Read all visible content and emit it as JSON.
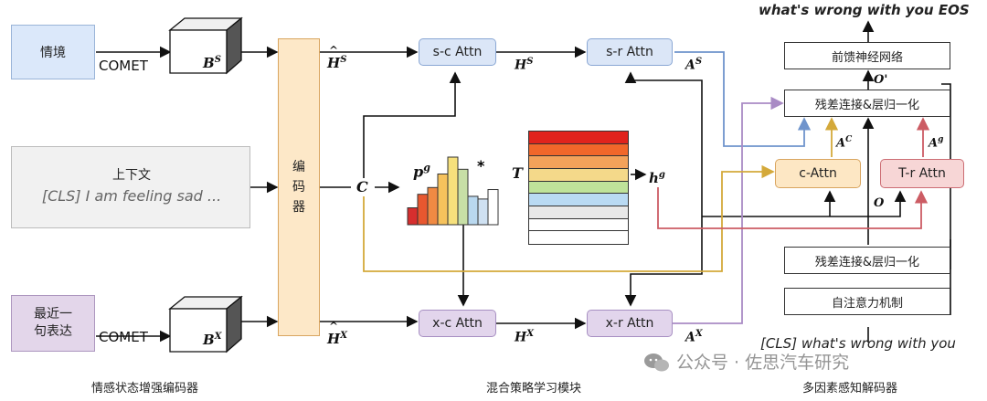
{
  "inputs": {
    "situation": "情境",
    "context_title": "上下文",
    "context_text": "[CLS] I am feeling sad ...",
    "recent_expression": "最近一\n句表达",
    "comet_top": "COMET",
    "comet_bottom": "COMET"
  },
  "encoder": {
    "label": "编\n码\n器"
  },
  "symbols": {
    "B_s": "B",
    "B_s_sup": "S",
    "B_x": "B",
    "B_x_sup": "X",
    "H_s_top": "H",
    "H_s_top_sup": "S",
    "H_x_bottom": "H",
    "H_x_bottom_sup": "X",
    "C": "C",
    "p_g": "p",
    "p_g_sup": "g",
    "star": "*",
    "T": "T",
    "h_g": "h",
    "h_g_sup": "g",
    "H_s_mid": "H",
    "H_s_mid_sup": "S",
    "H_x_mid": "H",
    "H_x_mid_sup": "X",
    "A_s": "A",
    "A_s_sup": "S",
    "A_x": "A",
    "A_x_sup": "X",
    "A_c": "A",
    "A_c_sup": "C",
    "A_g": "A",
    "A_g_sup": "g",
    "O": "O",
    "O_prime": "O'"
  },
  "attn": {
    "sc": "s-c Attn",
    "sr": "s-r Attn",
    "xc": "x-c Attn",
    "xr": "x-r Attn",
    "c": "c-Attn",
    "tr": "T-r Attn"
  },
  "decoder": {
    "output": "what's wrong with you EOS",
    "ffn": "前馈神经网络",
    "residual_top": "残差连接&层归一化",
    "residual_bottom": "残差连接&层归一化",
    "self_attn": "自注意力机制",
    "input": "[CLS] what's wrong with you"
  },
  "sections": {
    "left": "情感状态增强编码器",
    "middle": "混合策略学习模块",
    "right": "多因素感知解码器"
  },
  "watermark": "公众号 · 佐思汽车研究",
  "colors": {
    "situation_fill": "#dbe8fa",
    "recent_fill": "#e3d6ea",
    "encoder_fill": "#fde8c8",
    "s_attn_fill": "#dbe6f7",
    "x_attn_fill": "#e2d5ec",
    "c_attn_fill": "#fde7c4",
    "tr_attn_fill": "#f7d6d6",
    "gold_line": "#d4a93a",
    "blue_line": "#6f94cc",
    "purple_line": "#a98bc5",
    "red_line": "#cc5c64"
  },
  "histogram_values": [
    0.25,
    0.45,
    0.55,
    0.75,
    1.0,
    0.82,
    0.42,
    0.38,
    0.52
  ],
  "table_rows": 9
}
